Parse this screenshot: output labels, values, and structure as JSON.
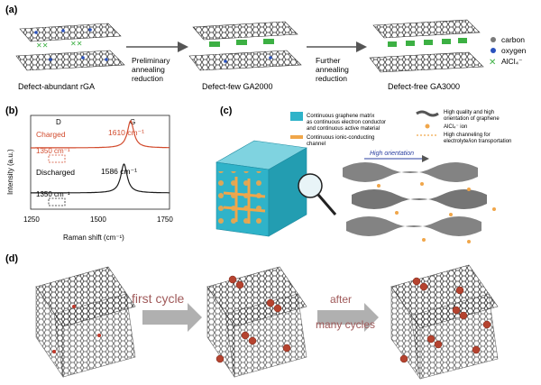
{
  "panel_a": {
    "label": "(a)",
    "stages": [
      "Defect-abundant rGA",
      "Defect-few GA2000",
      "Defect-free GA3000"
    ],
    "arrow1": [
      "Preliminary",
      "annealing",
      "reduction"
    ],
    "arrow2": [
      "Further",
      "annealing",
      "reduction"
    ],
    "legend": {
      "carbon": "carbon",
      "oxygen": "oxygen",
      "ion": "AlCl₄⁻"
    }
  },
  "panel_b": {
    "label": "(b)",
    "chart_data": {
      "type": "line",
      "xlabel": "Raman shift (cm⁻¹)",
      "ylabel": "Intensity (a.u.)",
      "xlim": [
        1250,
        1750
      ],
      "xticks": [
        "1250",
        "1500",
        "1750"
      ],
      "band_labels": {
        "D": "D",
        "G": "G"
      },
      "series": [
        {
          "name": "Charged",
          "peak_x": 1610,
          "peak_label": "1610 cm⁻¹",
          "d_label": "1350 cm⁻¹",
          "color": "#d24a2c"
        },
        {
          "name": "Discharged",
          "peak_x": 1586,
          "peak_label": "1586 cm⁻¹",
          "d_label": "1350 cm⁻¹",
          "color": "#1a1a1a"
        }
      ]
    }
  },
  "panel_c": {
    "label": "(c)",
    "legend_left": [
      [
        "Continuous graphene matrix",
        "as continuous electron conductor",
        "and continuous active material"
      ],
      [
        "Continuous ionic-conducting",
        "channel"
      ]
    ],
    "legend_right": [
      [
        "High quality and high",
        "orientation of graphene"
      ],
      [
        "AlCl₄⁻ ion"
      ],
      [
        "High channeling for",
        "electrolyte/ion transportation"
      ]
    ],
    "orientation_label": "High orientation"
  },
  "panel_d": {
    "label": "(d)",
    "arrow1": "first cycle",
    "arrow2": [
      "after",
      "many cycles"
    ]
  },
  "colors": {
    "charged": "#d24a2c",
    "accent_green": "#3cb043",
    "cube": "#2fb3c9",
    "channel": "#f0a64a",
    "arrow_text": "#a05a5a"
  }
}
